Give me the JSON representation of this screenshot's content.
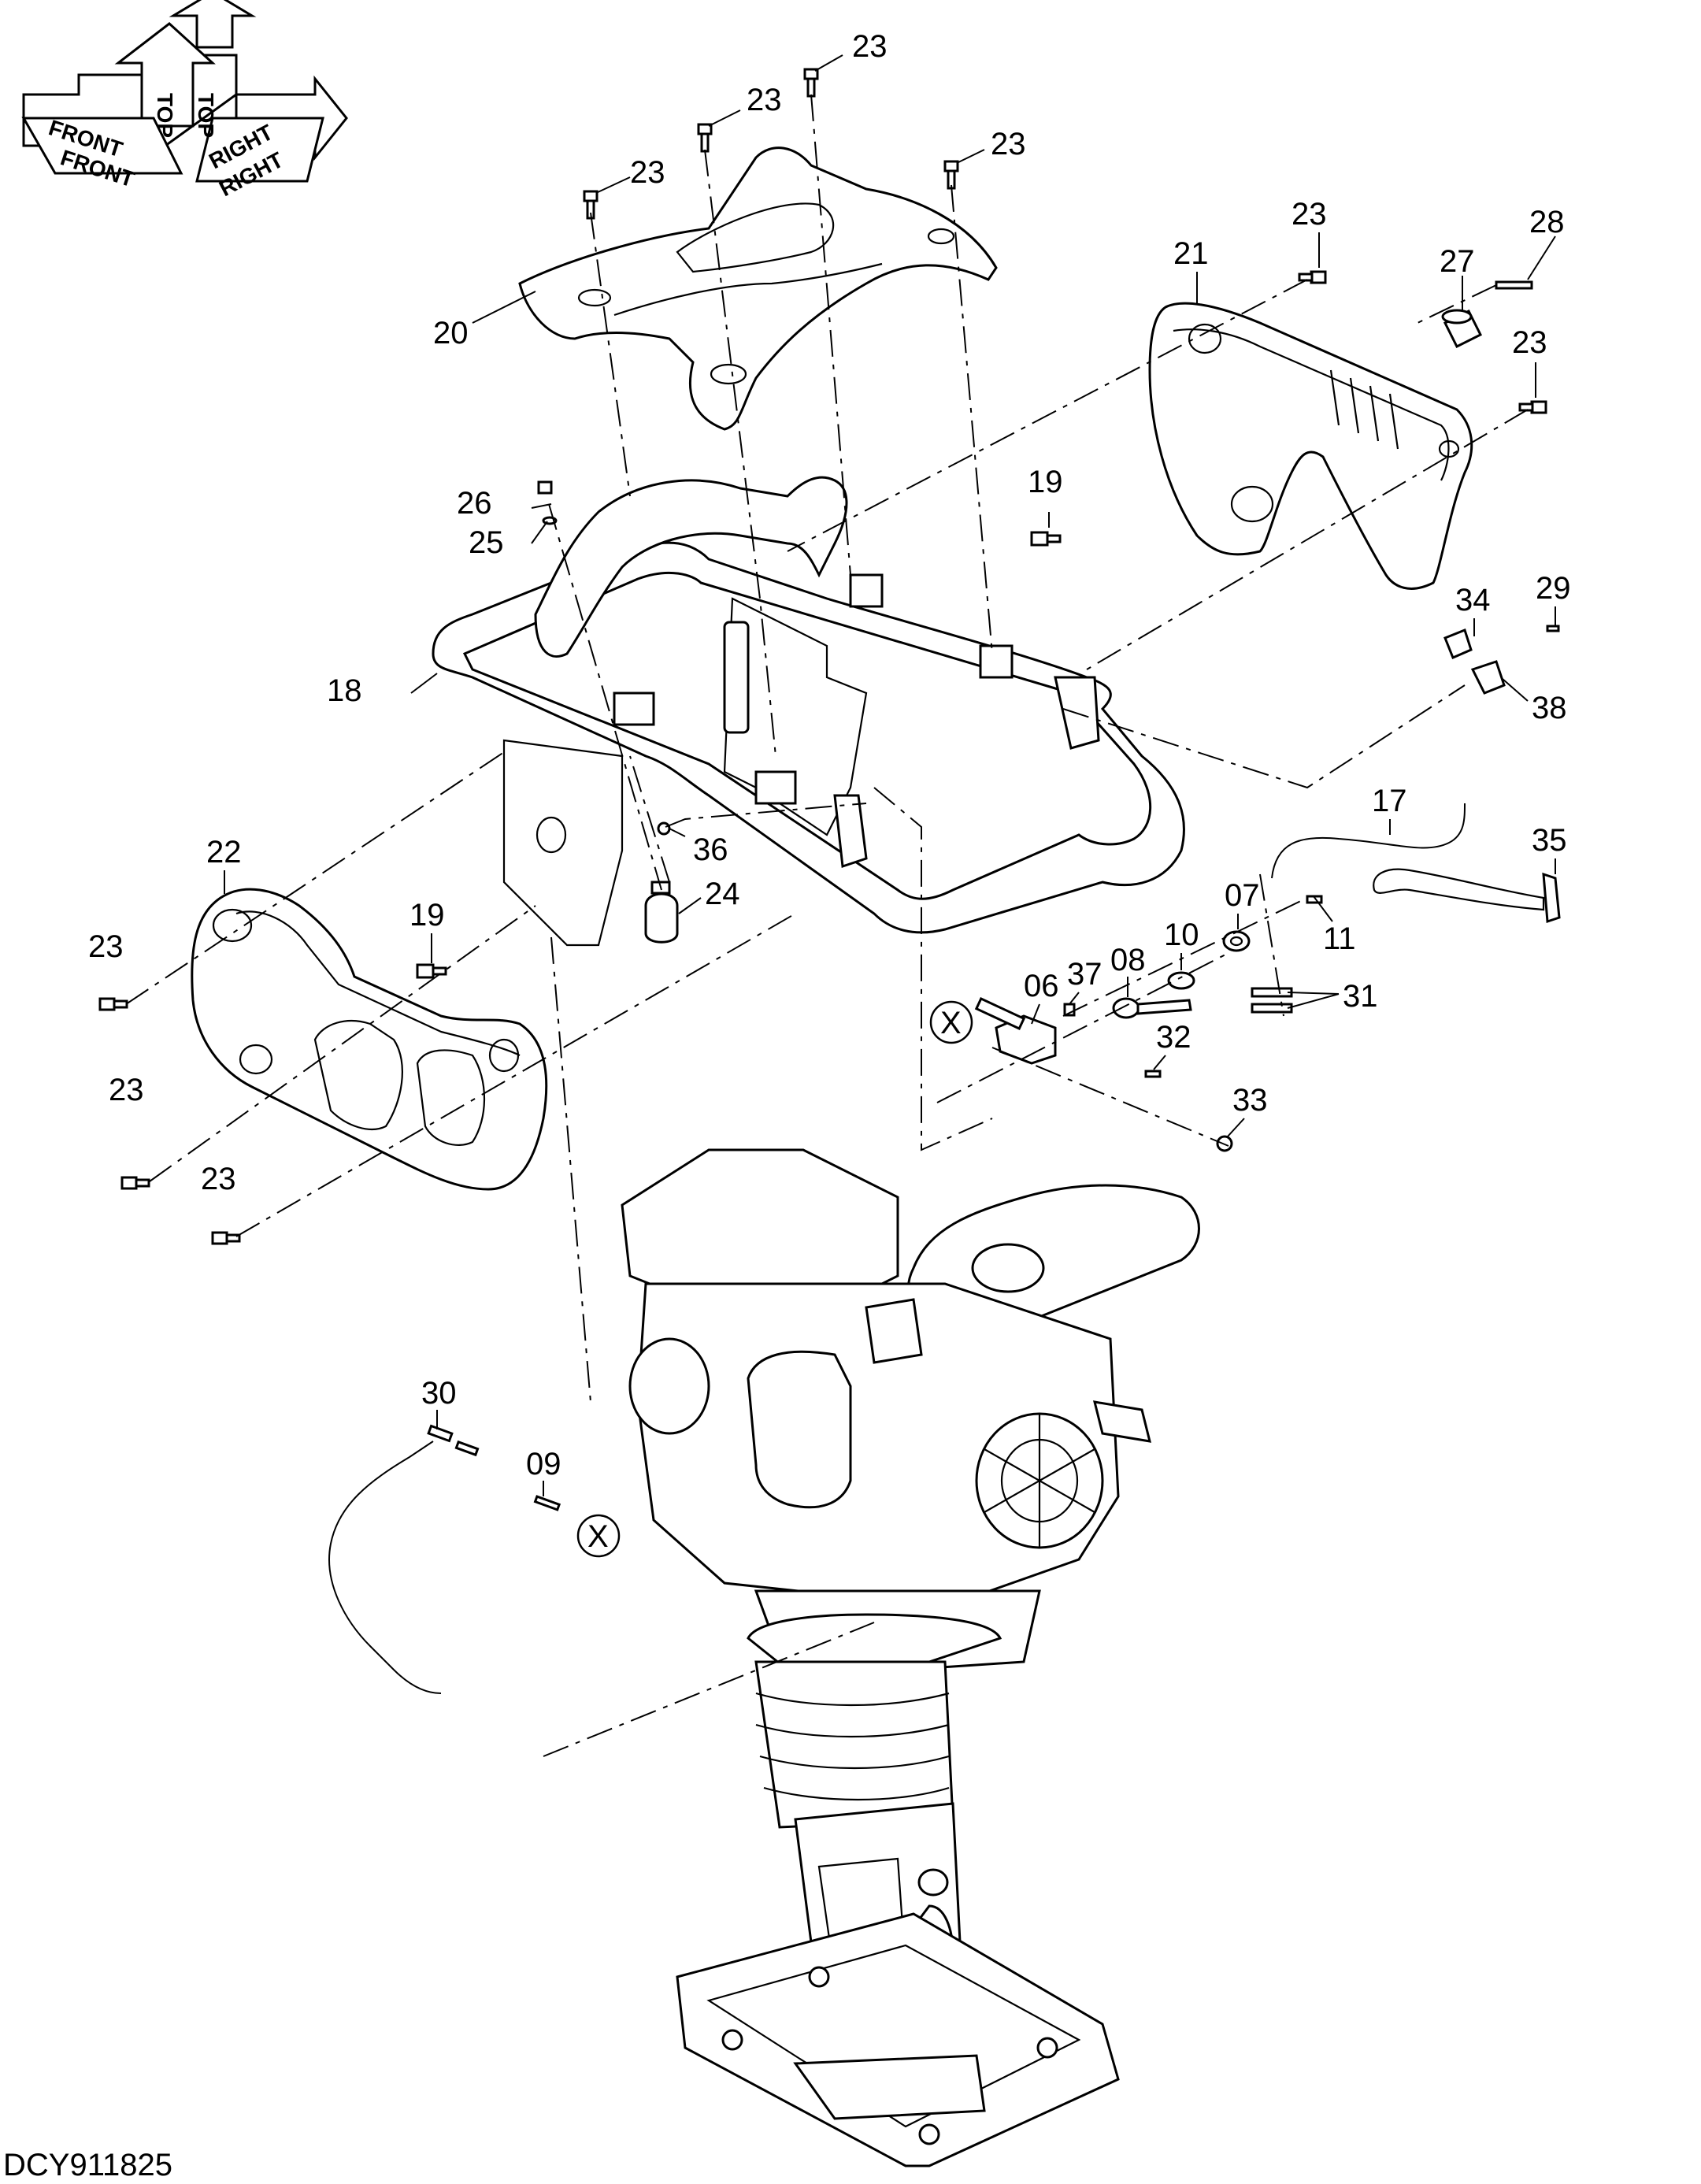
{
  "drawing_code": "DCY911825",
  "orientation": {
    "top_upper": "TOP",
    "top_lower": "TOP",
    "front_upper": "FRONT",
    "front_lower": "FRONT",
    "right_upper": "RIGHT",
    "right_lower": "RIGHT"
  },
  "reference_mark": "X",
  "callouts": {
    "c06": "06",
    "c07": "07",
    "c08": "08",
    "c09": "09",
    "c10": "10",
    "c11": "11",
    "c17": "17",
    "c18": "18",
    "c19a": "19",
    "c19b": "19",
    "c20": "20",
    "c21": "21",
    "c22": "22",
    "c23a": "23",
    "c23b": "23",
    "c23c": "23",
    "c23d": "23",
    "c23e": "23",
    "c23f": "23",
    "c23g": "23",
    "c23h": "23",
    "c23i": "23",
    "c24": "24",
    "c25": "25",
    "c26": "26",
    "c27": "27",
    "c28": "28",
    "c29": "29",
    "c30": "30",
    "c31": "31",
    "c32": "32",
    "c33": "33",
    "c34": "34",
    "c35": "35",
    "c36": "36",
    "c37": "37",
    "c38": "38"
  }
}
